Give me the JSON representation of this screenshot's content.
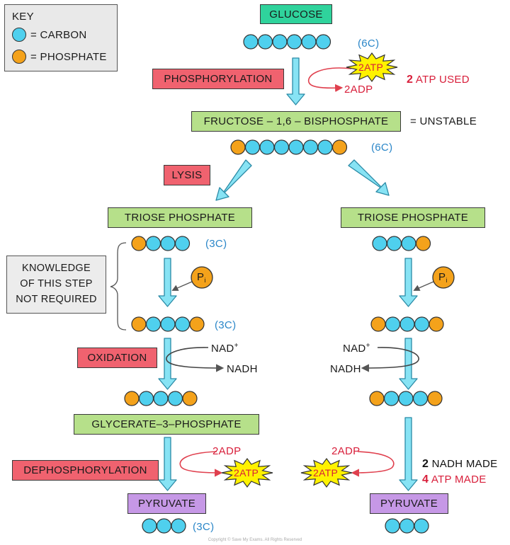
{
  "key": {
    "title": "KEY",
    "carbon": "= CARBON",
    "phosphate": "= PHOSPHATE"
  },
  "colors": {
    "carbon": "#4fd0ee",
    "phosphate": "#f4a21b",
    "step_green": "#b6e08a",
    "glucose_teal": "#2fd39c",
    "process_red": "#f0626f",
    "pyruvate_purple": "#c698e6",
    "atp_yellow": "#fff200",
    "arrow_fill": "#87e3f4",
    "red_text": "#d81e3a",
    "blue_text": "#2a86c8"
  },
  "molecules": {
    "glucose": "GLUCOSE",
    "fructose": "FRUCTOSE – 1,6 – BISPHOSPHATE",
    "unstable": "= UNSTABLE",
    "triose_left": "TRIOSE  PHOSPHATE",
    "triose_right": "TRIOSE  PHOSPHATE",
    "glycerate": "GLYCERATE–3–PHOSPHATE",
    "pyruvate_left": "PYRUVATE",
    "pyruvate_right": "PYRUVATE"
  },
  "processes": {
    "phosphorylation": "PHOSPHORYLATION",
    "lysis": "LYSIS",
    "oxidation": "OXIDATION",
    "dephosphorylation": "DEPHOSPHORYLATION"
  },
  "carbon_counts": {
    "glucose": "(6C)",
    "fructose": "(6C)",
    "triose": "(3C)",
    "triose_phosphorylated": "(3C)",
    "pyruvate": "(3C)"
  },
  "atp": {
    "atp_used_burst": "2ATP",
    "adp_out": "2ADP",
    "atp_used_num": "2",
    "atp_used_text": "ATP  USED",
    "adp_in_left": "2ADP",
    "atp_made_left": "2ATP",
    "adp_in_right": "2ADP",
    "atp_made_right": "2ATP",
    "nadh_made_num": "2",
    "nadh_made_text": "NADH  MADE",
    "atp_made_num": "4",
    "atp_made_text": "ATP  MADE"
  },
  "nad": {
    "nad_left": "NAD",
    "nadh_left": "NADH",
    "nad_right": "NAD",
    "nadh_right": "NADH",
    "plus": "+"
  },
  "pi": {
    "p": "P",
    "i": "i"
  },
  "note": {
    "line1": "KNOWLEDGE",
    "line2": "OF  THIS  STEP",
    "line3": "NOT  REQUIRED"
  },
  "molecule_chains": {
    "glucose": [
      "C",
      "C",
      "C",
      "C",
      "C",
      "C"
    ],
    "fructose": [
      "P",
      "C",
      "C",
      "C",
      "C",
      "C",
      "C",
      "P"
    ],
    "triose_left": [
      "P",
      "C",
      "C",
      "C"
    ],
    "triose_right": [
      "C",
      "C",
      "C",
      "P"
    ],
    "bis_left": [
      "P",
      "C",
      "C",
      "C",
      "P"
    ],
    "bis_right": [
      "P",
      "C",
      "C",
      "C",
      "P"
    ],
    "g3p_left": [
      "P",
      "C",
      "C",
      "C",
      "P"
    ],
    "g3p_right": [
      "P",
      "C",
      "C",
      "C",
      "P"
    ],
    "pyruvate_left": [
      "C",
      "C",
      "C"
    ],
    "pyruvate_right": [
      "C",
      "C",
      "C"
    ]
  },
  "copyright": "Copyright © Save My Exams. All Rights Reserved"
}
